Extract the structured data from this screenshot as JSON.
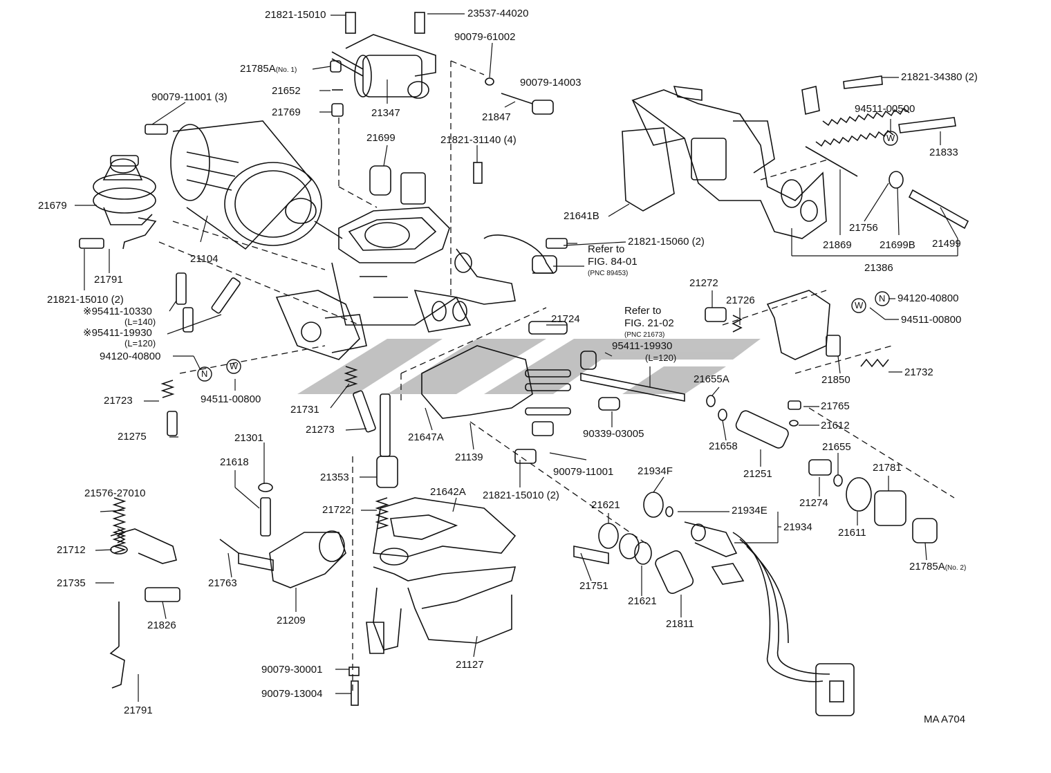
{
  "diagram_code": "MA A704",
  "watermark_color": "#b7b7b7",
  "line_color": "#111111",
  "labels": {
    "p21821_15010_top": "21821-15010",
    "p23537_44020": "23537-44020",
    "p90079_61002": "90079-61002",
    "p21785a_no1": "21785A",
    "p21785a_no1_note": "(No. 1)",
    "p21652": "21652",
    "p21769": "21769",
    "p21347": "21347",
    "p90079_14003": "90079-14003",
    "p21847": "21847",
    "p90079_11001_3": "90079-11001 (3)",
    "p21699": "21699",
    "p21821_31140": "21821-31140 (4)",
    "p21679": "21679",
    "p21104": "21104",
    "p21821_15010_2a": "21821-15010 (2)",
    "p21791a": "21791",
    "p95411_10330": "※95411-10330",
    "p95411_10330_l": "(L=140)",
    "p95411_19930": "※95411-19930",
    "p95411_19930_l": "(L=120)",
    "p94120_40800a": "94120-40800",
    "p94511_00800a": "94511-00800",
    "p21723": "21723",
    "p21275": "21275",
    "p21731": "21731",
    "p21273": "21273",
    "p21301": "21301",
    "p21618": "21618",
    "p21353": "21353",
    "p21722": "21722",
    "p21576_27010": "21576-27010",
    "p21712": "21712",
    "p21735": "21735",
    "p21826": "21826",
    "p21791b": "21791",
    "p21763": "21763",
    "p21209": "21209",
    "p21642a": "21642A",
    "p21127": "21127",
    "p90079_30001": "90079-30001",
    "p90079_13004": "90079-13004",
    "p21647a": "21647A",
    "p21139": "21139",
    "p21821_15010_2b": "21821-15010 (2)",
    "p90079_11001": "90079-11001",
    "p90339_03005": "90339-03005",
    "p21724": "21724",
    "refer_to_1": "Refer to",
    "fig_84_01": "FIG. 84-01",
    "pnc_89453": "(PNC 89453)",
    "refer_to_2": "Refer to",
    "fig_21_02": "FIG. 21-02",
    "pnc_21673": "(PNC 21673)",
    "p95411_19930b": "95411-19930",
    "p95411_19930b_l": "(L=120)",
    "p21821_15060": "21821-15060 (2)",
    "p21821_34380": "21821-34380 (2)",
    "p94511_00500": "94511-00500",
    "p21833": "21833",
    "p21641b": "21641B",
    "p21756": "21756",
    "p21869": "21869",
    "p21699b": "21699B",
    "p21499": "21499",
    "p21386": "21386",
    "p21272": "21272",
    "p21726": "21726",
    "p94120_40800b": "94120-40800",
    "p94511_00800b": "94511-00800",
    "p21850": "21850",
    "p21732": "21732",
    "p21655a": "21655A",
    "p21765": "21765",
    "p21612": "21612",
    "p21658": "21658",
    "p21655": "21655",
    "p21251": "21251",
    "p21274": "21274",
    "p21781": "21781",
    "p21611": "21611",
    "p21785a_no2": "21785A",
    "p21785a_no2_note": "(No. 2)",
    "p21934f": "21934F",
    "p21621a": "21621",
    "p21934e": "21934E",
    "p21934": "21934",
    "p21751": "21751",
    "p21621b": "21621",
    "p21811": "21811"
  },
  "washer_symbols": {
    "nut": "N",
    "washer": "W"
  }
}
